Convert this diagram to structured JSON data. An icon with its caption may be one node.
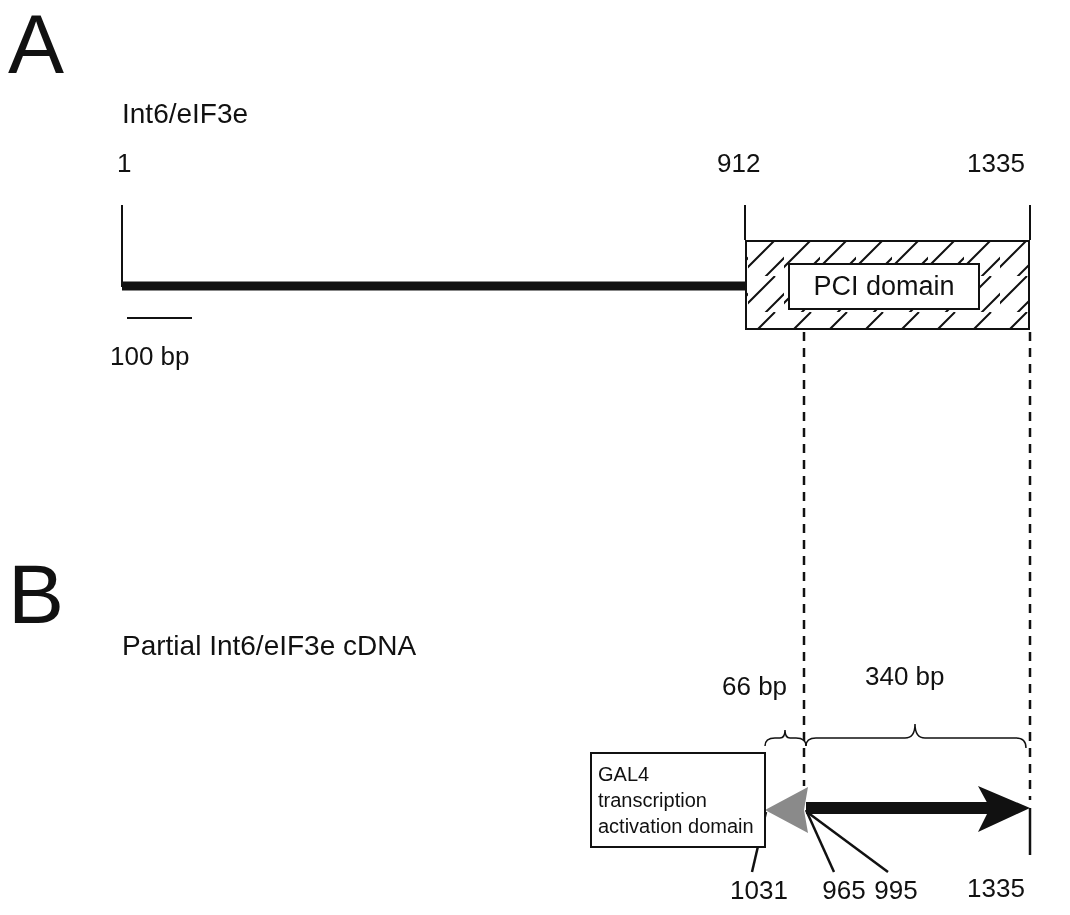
{
  "diagram": {
    "nodes": [
      {
        "text": [],
        "shape": "box"
      },
      {
        "text": [
          "PCI domain"
        ],
        "in": 0
      },
      {
        "text": [
          "GAL4 transcription activation domain"
        ]
      },
      {
        "text": [],
        "shape": "triangle"
      },
      {
        "text": [
          "1031"
        ]
      },
      {
        "text": [
          "965"
        ]
      },
      {
        "text": [
          "995"
        ]
      }
    ],
    "edges": [
      {
        "from": 4,
        "to": 3,
        "arrow": "none"
      },
      {
        "from": 5,
        "to": 3,
        "arrow": "none"
      },
      {
        "from": 6,
        "to": 3,
        "arrow": "none"
      }
    ],
    "labels": [
      "A",
      "Int6/eIF3e",
      "1",
      "912",
      "1335",
      "100 bp",
      "B",
      "Partial Int6/eIF3e cDNA",
      "66 bp",
      "340 bp",
      "1335"
    ]
  }
}
